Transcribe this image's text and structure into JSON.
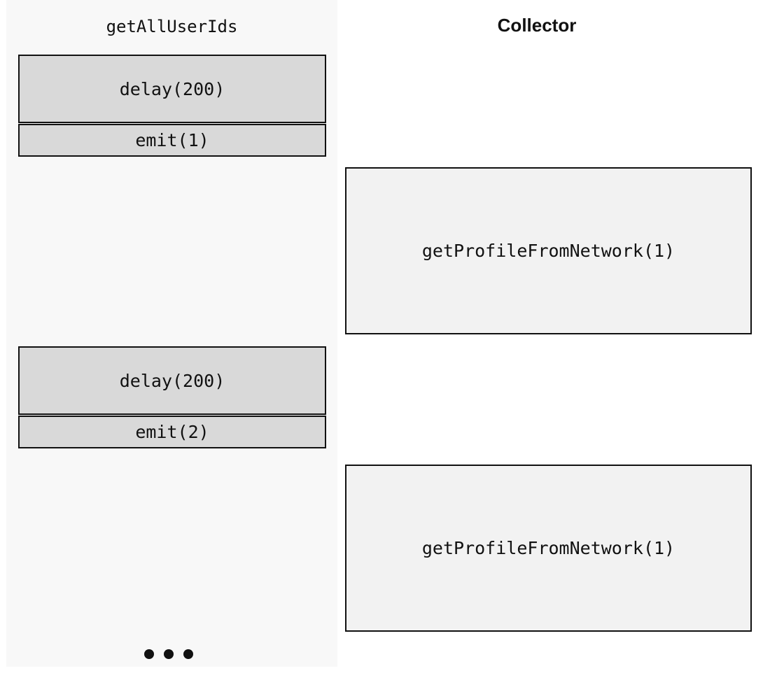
{
  "diagram": {
    "producer": {
      "title": "getAllUserIds",
      "steps": [
        {
          "delay": "delay(200)",
          "emit": "emit(1)"
        },
        {
          "delay": "delay(200)",
          "emit": "emit(2)"
        }
      ]
    },
    "collector": {
      "title": "Collector",
      "calls": [
        "getProfileFromNetwork(1)",
        "getProfileFromNetwork(1)"
      ]
    },
    "continuation": "more-dots-icon"
  }
}
